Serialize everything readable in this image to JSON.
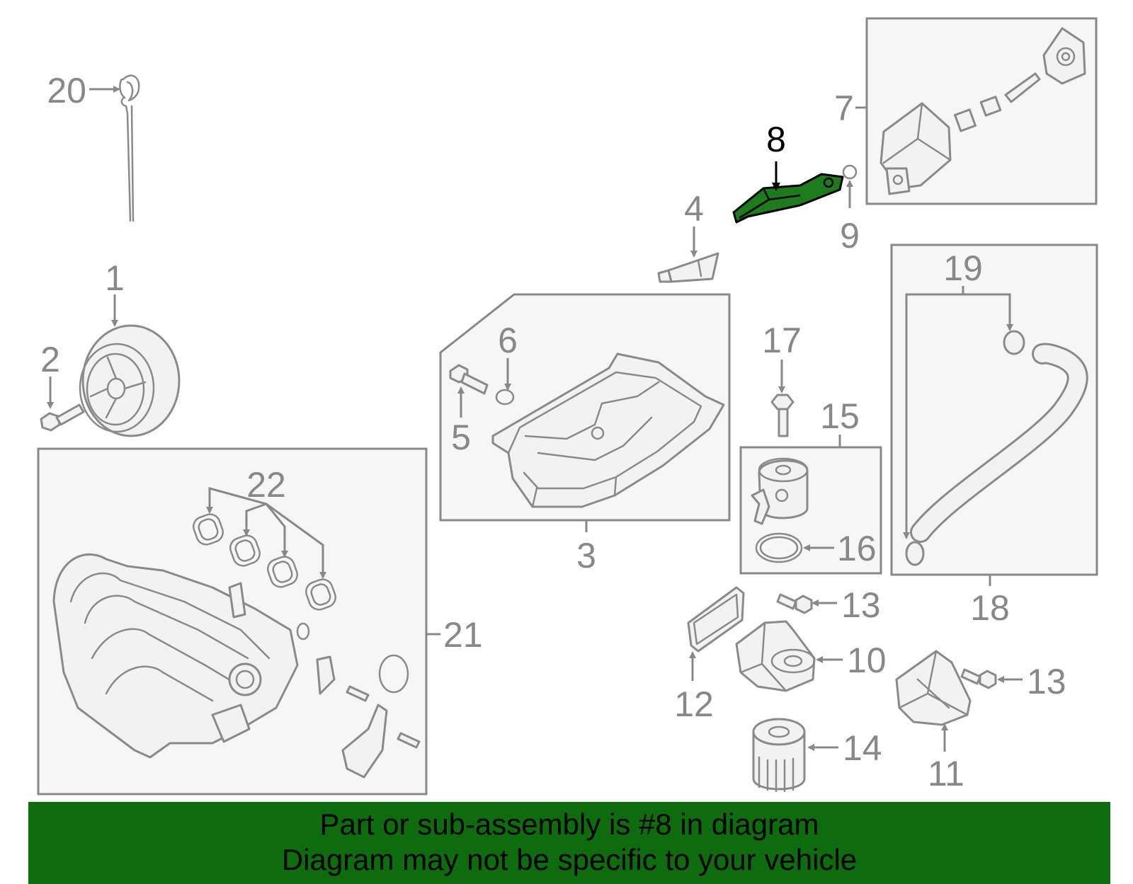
{
  "labels": {
    "n1": "1",
    "n2": "2",
    "n3": "3",
    "n4": "4",
    "n5": "5",
    "n6": "6",
    "n7": "7",
    "n8": "8",
    "n9": "9",
    "n10": "10",
    "n11": "11",
    "n12": "12",
    "n13a": "13",
    "n13b": "13",
    "n14": "14",
    "n15": "15",
    "n16": "16",
    "n17": "17",
    "n18": "18",
    "n19": "19",
    "n20": "20",
    "n21": "21",
    "n22": "22"
  },
  "banner": {
    "line1": "Part or sub-assembly is #8 in diagram",
    "line2": "Diagram may not be specific to your vehicle"
  },
  "colors": {
    "highlight": "#0e6b0e",
    "banner_bg": "#0e6b0e",
    "line_gray": "#888888"
  }
}
